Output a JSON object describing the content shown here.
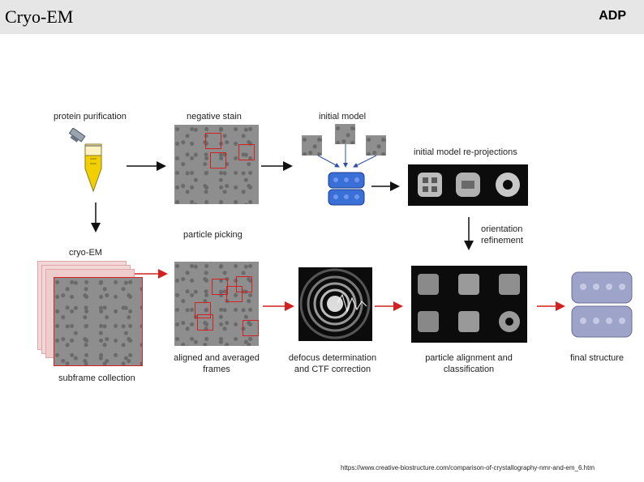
{
  "header": {
    "title": "Cryo-EM",
    "tag": "ADP"
  },
  "labels": {
    "protein_purification": "protein purification",
    "negative_stain": "negative stain",
    "initial_model": "initial model",
    "reprojections": "initial model re-projections",
    "cryo_em": "cryo-EM",
    "particle_picking": "particle picking",
    "orientation": "orientation",
    "refinement": "refinement",
    "subframe": "subframe collection",
    "aligned_1": "aligned and averaged",
    "aligned_2": "frames",
    "defocus_1": "defocus determination",
    "defocus_2": "and CTF correction",
    "alignment_1": "particle alignment and",
    "alignment_2": "classification",
    "final_structure": "final structure"
  },
  "source_url": "https://www.creative-biostructure.com/comparison-of-crystallography-nmr-and-em_6.htm",
  "colors": {
    "arrow_black": "#111111",
    "arrow_red": "#d32020",
    "tube_yellow": "#f2d000",
    "model_blue": "#3a6fd8"
  }
}
